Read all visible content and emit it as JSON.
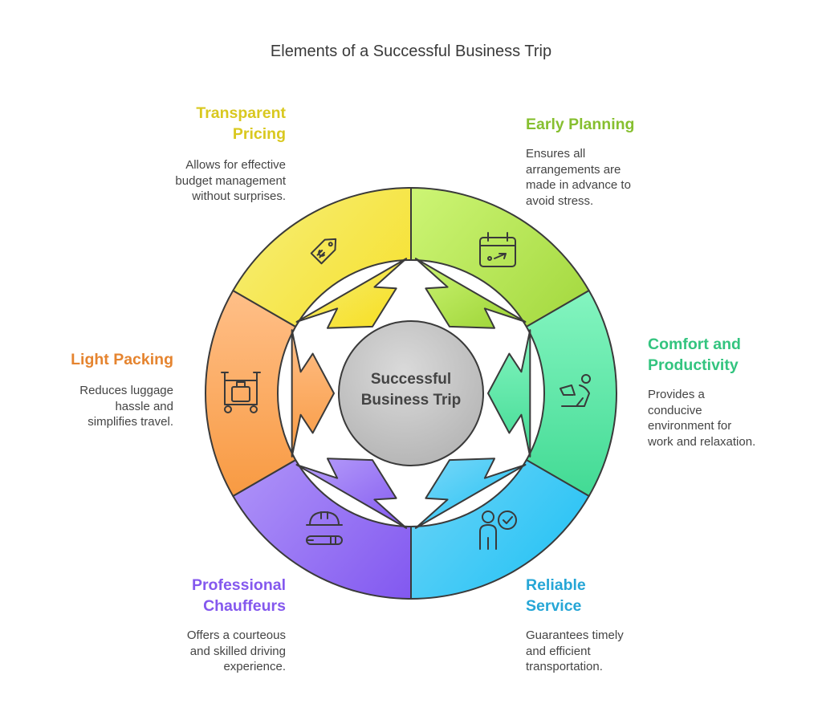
{
  "title": "Elements of a Successful Business Trip",
  "center": {
    "line1": "Successful",
    "line2": "Business Trip"
  },
  "segments": [
    {
      "key": "transparent-pricing",
      "title_lines": [
        "Transparent",
        "Pricing"
      ],
      "desc_lines": [
        "Allows for effective",
        "budget management",
        "without surprises."
      ],
      "color": "#e6d52c",
      "icon": "price-tag-icon"
    },
    {
      "key": "early-planning",
      "title_lines": [
        "Early Planning"
      ],
      "desc_lines": [
        "Ensures all",
        "arrangements are",
        "made in advance to",
        "avoid stress."
      ],
      "color": "#8cc63f",
      "icon": "calendar-icon"
    },
    {
      "key": "comfort-productivity",
      "title_lines": [
        "Comfort and",
        "Productivity"
      ],
      "desc_lines": [
        "Provides a",
        "conducive",
        "environment for",
        "work and relaxation."
      ],
      "color": "#3ec98a",
      "icon": "person-laptop-icon"
    },
    {
      "key": "reliable-service",
      "title_lines": [
        "Reliable",
        "Service"
      ],
      "desc_lines": [
        "Guarantees timely",
        "and efficient",
        "transportation."
      ],
      "color": "#2aa8d8",
      "icon": "person-checkmark-icon"
    },
    {
      "key": "professional-chauffeurs",
      "title_lines": [
        "Professional",
        "Chauffeurs"
      ],
      "desc_lines": [
        "Offers a courteous",
        "and skilled driving",
        "experience."
      ],
      "color": "#8a5cf0",
      "icon": "hardhat-icon"
    },
    {
      "key": "light-packing",
      "title_lines": [
        "Light Packing"
      ],
      "desc_lines": [
        "Reduces luggage",
        "hassle and",
        "simplifies travel."
      ],
      "color": "#e8873a",
      "icon": "luggage-cart-icon"
    }
  ]
}
